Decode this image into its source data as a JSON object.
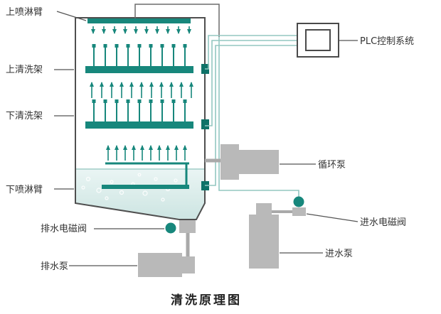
{
  "diagram": {
    "title": "清洗原理图",
    "labels": {
      "upper_spray_arm": "上喷淋臂",
      "upper_rack": "上清洗架",
      "lower_rack": "下清洗架",
      "lower_spray_arm": "下喷淋臂",
      "drain_solenoid_valve": "排水电磁阀",
      "drain_pump": "排水泵",
      "plc_control_system": "PLC控制系统",
      "circulation_pump": "循环泵",
      "inlet_solenoid_valve": "进水电磁阀",
      "inlet_pump": "进水泵"
    },
    "colors": {
      "teal": "#17877c",
      "pipe_teal_light": "#93c7c1",
      "component_gray": "#b9b9b9",
      "outline_gray": "#4f4f4f",
      "water_fill": "#d8ecea"
    }
  }
}
